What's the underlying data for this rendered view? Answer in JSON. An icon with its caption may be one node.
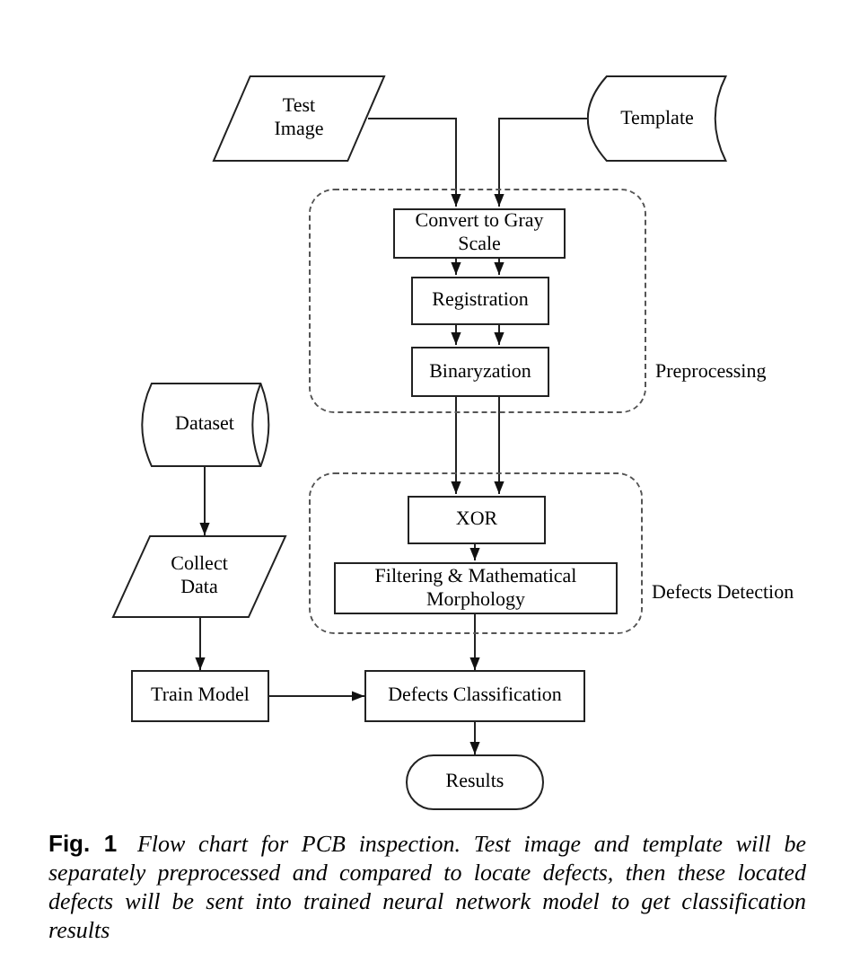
{
  "diagram": {
    "caption": "**Fig. 1** *Flow chart for PCB inspection. Test image and template will be separately preprocessed and compared to locate defects, then these located defects will be sent into trained neural network model to get classification results*",
    "nodes": [
      {
        "text": [
          "Test Image"
        ]
      },
      {
        "text": [
          "Template"
        ]
      },
      {
        "text": [
          "Preprocessing"
        ]
      },
      {
        "text": [
          "Convert to Gray Scale"
        ],
        "in": 2
      },
      {
        "text": [
          "Registration"
        ],
        "in": 2
      },
      {
        "text": [
          "Binaryzation"
        ],
        "in": 2
      },
      {
        "text": [
          "Defects Detection"
        ]
      },
      {
        "text": [
          "XOR"
        ],
        "in": 6
      },
      {
        "text": [
          "Filtering & Mathematical Morphology"
        ],
        "in": 6
      },
      {
        "text": [
          "Dataset"
        ]
      },
      {
        "text": [
          "Collect Data"
        ]
      },
      {
        "text": [
          "Train Model"
        ]
      },
      {
        "text": [
          "Defects Classification"
        ]
      },
      {
        "text": [
          "Results"
        ]
      }
    ],
    "edges": [
      {
        "from": 0,
        "to": 3,
        "arrow": "to"
      },
      {
        "from": 1,
        "to": 3,
        "arrow": "to"
      },
      {
        "from": 3,
        "to": 4,
        "arrow": "to"
      },
      {
        "from": 3,
        "to": 4,
        "arrow": "to"
      },
      {
        "from": 4,
        "to": 5,
        "arrow": "to"
      },
      {
        "from": 4,
        "to": 5,
        "arrow": "to"
      },
      {
        "from": 5,
        "to": 7,
        "arrow": "to"
      },
      {
        "from": 5,
        "to": 7,
        "arrow": "to"
      },
      {
        "from": 7,
        "to": 8,
        "arrow": "to"
      },
      {
        "from": 8,
        "to": 12,
        "arrow": "to"
      },
      {
        "from": 9,
        "to": 10,
        "arrow": "to"
      },
      {
        "from": 10,
        "to": 11,
        "arrow": "to"
      },
      {
        "from": 11,
        "to": 12,
        "arrow": "to"
      },
      {
        "from": 12,
        "to": 13,
        "arrow": "to"
      }
    ]
  }
}
